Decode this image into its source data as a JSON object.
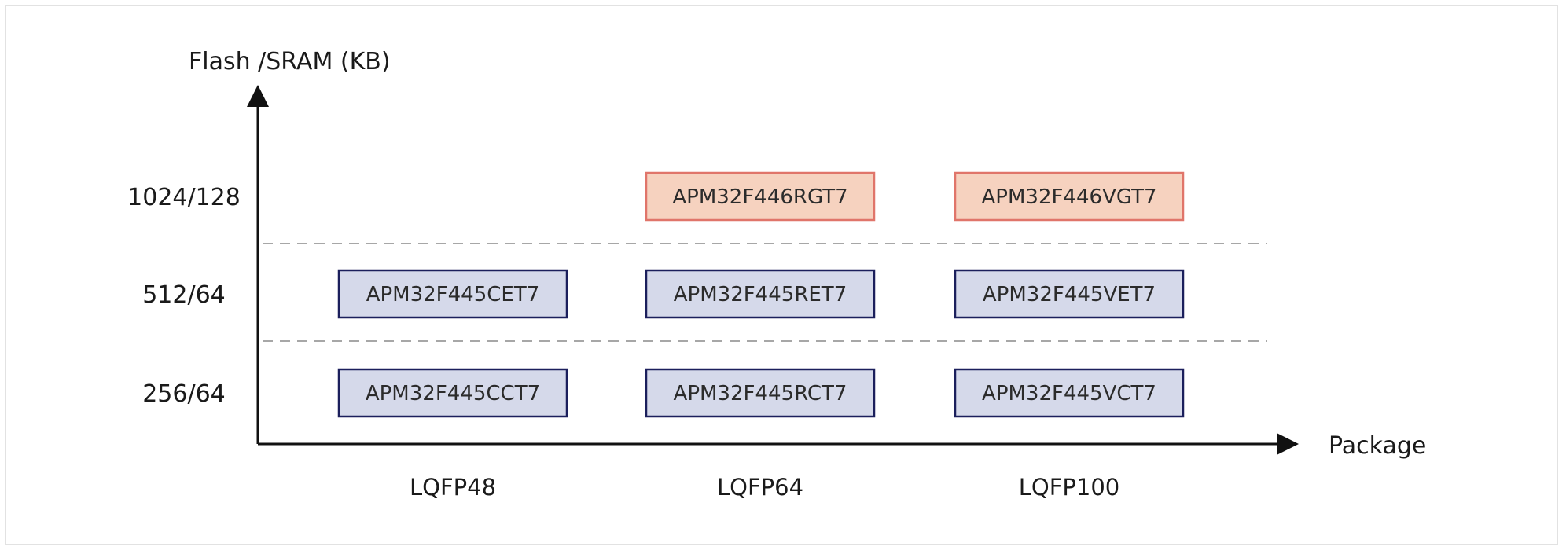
{
  "y_axis": {
    "title": "Flash /SRAM (KB)"
  },
  "x_axis": {
    "title": "Package"
  },
  "rows": [
    "1024/128",
    "512/64",
    "256/64"
  ],
  "columns": [
    "LQFP48",
    "LQFP64",
    "LQFP100"
  ],
  "colors": {
    "standard_fill": "#d5d9ea",
    "standard_border": "#1b1f5c",
    "highlight_fill": "#f6d2bf",
    "highlight_border": "#e0756a",
    "axis": "#111111",
    "gridline": "#8a8a8a"
  },
  "chips": [
    {
      "name": "APM32F446RGT7",
      "row": 0,
      "col": 1,
      "style": "highlight"
    },
    {
      "name": "APM32F446VGT7",
      "row": 0,
      "col": 2,
      "style": "highlight"
    },
    {
      "name": "APM32F445CET7",
      "row": 1,
      "col": 0,
      "style": "standard"
    },
    {
      "name": "APM32F445RET7",
      "row": 1,
      "col": 1,
      "style": "standard"
    },
    {
      "name": "APM32F445VET7",
      "row": 1,
      "col": 2,
      "style": "standard"
    },
    {
      "name": "APM32F445CCT7",
      "row": 2,
      "col": 0,
      "style": "standard"
    },
    {
      "name": "APM32F445RCT7",
      "row": 2,
      "col": 1,
      "style": "standard"
    },
    {
      "name": "APM32F445VCT7",
      "row": 2,
      "col": 2,
      "style": "standard"
    }
  ]
}
